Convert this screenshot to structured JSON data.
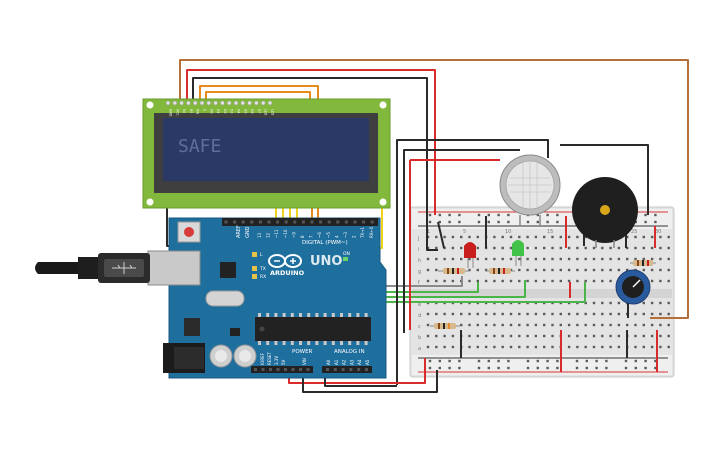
{
  "lcd": {
    "display_text": "SAFE"
  },
  "arduino": {
    "brand": "ARDUINO",
    "model": "UNO",
    "aref_label": "AREF",
    "gnd_label": "GND",
    "digital_label": "DIGITAL (PWM~)",
    "power_label": "POWER",
    "analog_label": "ANALOG IN",
    "tx_label": "TX",
    "rx_label": "RX",
    "l_label": "L",
    "on_label": "ON",
    "ioref_label": "IOREF",
    "reset_label": "RESET",
    "v33_label": "3.3V",
    "v5_label": "5V",
    "vin_label": "VIN",
    "analog_pins": [
      "A0",
      "A1",
      "A2",
      "A3",
      "A4",
      "A5"
    ],
    "digital_pins_top": [
      "13",
      "12",
      "~11",
      "~10",
      "~9",
      "8",
      "7",
      "~6",
      "~5",
      "4",
      "~3",
      "2",
      "TX→1",
      "RX←0"
    ]
  },
  "lcd_pins": [
    "GND",
    "VCC",
    "V0",
    "RS",
    "RW",
    "E",
    "D0",
    "D1",
    "D2",
    "D3",
    "D4",
    "D5",
    "D6",
    "D7",
    "LED",
    "LED"
  ],
  "breadboard": {
    "row_letters_top": [
      "j",
      "i",
      "h",
      "g",
      "f"
    ],
    "row_letters_bottom": [
      "e",
      "d",
      "c",
      "b",
      "a"
    ],
    "column_numbers": [
      "1",
      "5",
      "10",
      "15",
      "20",
      "25",
      "30"
    ]
  },
  "colors": {
    "wire_red": "#d92b2b",
    "wire_black": "#2a2a2a",
    "wire_orange": "#e88a1a",
    "wire_yellow": "#f2d21b",
    "wire_green": "#4cb548",
    "wire_brown": "#b5703a",
    "wire_gray": "#7a7a7a",
    "board_blue": "#1f6f9e",
    "lcd_green": "#82b93c",
    "lcd_screen": "#2b3966",
    "breadboard": "#e6e6e6"
  }
}
